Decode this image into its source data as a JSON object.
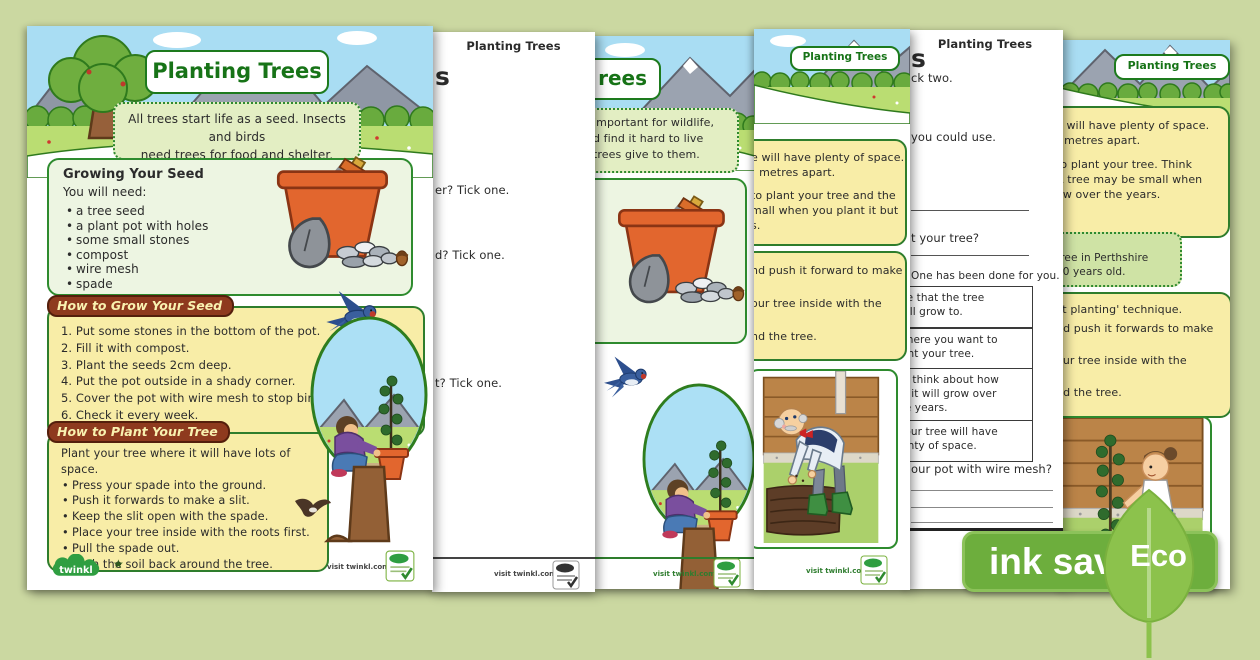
{
  "colors": {
    "background": "#cbd8a1",
    "title_green": "#177317",
    "yellow_box": "#f8eda7",
    "banner_brown": "#8e3a1e",
    "badge_green": "#6dae3d",
    "leaf_green": "#8cc24c",
    "sky": "#a9ddf3",
    "grass": "#badd72",
    "pot_orange": "#e2662e"
  },
  "badge": {
    "label": "ink saving",
    "eco": "Eco"
  },
  "page1": {
    "title": "Planting Trees",
    "intro_line1": "All trees start life as a seed. Insects and birds",
    "intro_line2": "need trees for food and shelter.",
    "growing_heading": "Growing Your Seed",
    "growing_sub": "You will need:",
    "growing_items": [
      "a tree seed",
      "a plant pot with holes",
      "some small stones",
      "compost",
      "wire mesh",
      "spade"
    ],
    "grow_banner": "How to Grow Your Seed",
    "grow_steps": [
      "1.  Put some stones in the bottom of the pot.",
      "2.  Fill it with compost.",
      "3.  Plant the seeds 2cm deep.",
      "4.  Put the pot outside in a shady corner.",
      "5.  Cover the pot with wire mesh to stop birds from eating it.",
      "6.  Check it every week."
    ],
    "plant_banner": "How to Plant Your Tree",
    "plant_intro": "Plant your tree where it will have lots of space.",
    "plant_steps": [
      "Press your spade into the ground.",
      "Push it forwards to make a slit.",
      "Keep the slit open with the spade.",
      "Place your tree inside with the roots first.",
      "Pull the spade out.",
      "Push the soil back around the tree."
    ],
    "brand": "twinkl",
    "star": "★",
    "visit": "visit twinkl.com"
  },
  "page2": {
    "header": "Planting Trees",
    "title_fragment": "s",
    "fragment1": "er? Tick one.",
    "fragment2": "d? Tick one.",
    "fragment3": "t? Tick one.",
    "visit": "visit twinkl.com"
  },
  "page3": {
    "title_fragment": "rees",
    "intro_lines": [
      "important for wildlife,",
      "d find it hard to live",
      "trees give to them."
    ],
    "visit": "visit twinkl.com"
  },
  "page4": {
    "header": "Planting Trees",
    "box1_lines_a": [
      "e will have plenty of space.",
      "! metres apart."
    ],
    "box1_lines_b": [
      "to plant your tree and the",
      "mall when you plant it but",
      "s."
    ],
    "box2_lines": [
      "nd push it forward to make",
      "our tree inside with the",
      "nd the tree."
    ],
    "visit": "visit twinkl.com"
  },
  "page5": {
    "header": "Planting Trees",
    "title_fragment": "s",
    "fragment_tick": "ck two.",
    "fragment_use": "you could use.",
    "fragment_tree": "t your tree?",
    "note": "One has been done for you.",
    "box1": [
      "ize that the tree",
      "will grow to."
    ],
    "box2": [
      "where you want to",
      "lant your tree."
    ],
    "box3": [
      "ut think about how",
      "ig it will grow over",
      "he years."
    ],
    "box4": [
      "your tree will have",
      "lenty of space."
    ],
    "fragment_mesh": "our pot with wire mesh?"
  },
  "page6": {
    "header": "Planting Trees",
    "box1_lines_a": [
      "e will have plenty of space.",
      "! metres apart."
    ],
    "box1_lines_b": [
      "to plant your tree. Think",
      "A tree may be small when",
      "ow over the years."
    ],
    "know_q": "?",
    "know_lines": [
      "tree in Perthshire",
      "00 years old."
    ],
    "box2_line1": "lit planting' technique.",
    "box2_lines": [
      "nd push it forwards to make",
      "our tree inside with the",
      "nd the tree."
    ]
  }
}
